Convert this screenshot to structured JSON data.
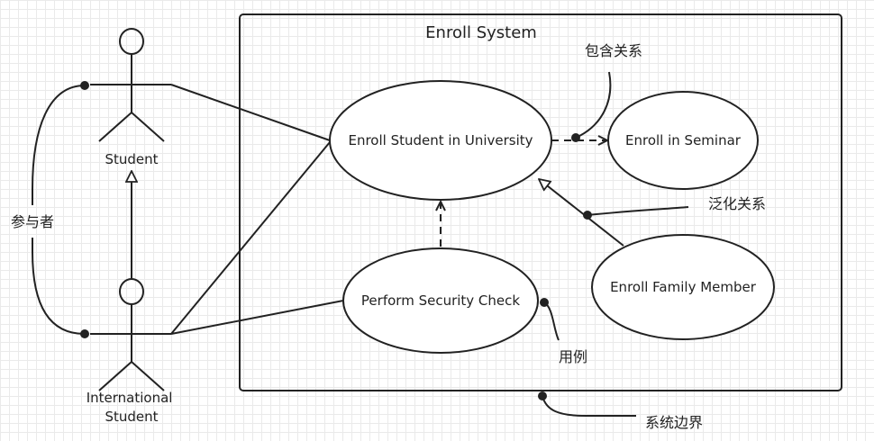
{
  "system": {
    "title": "Enroll System"
  },
  "actors": {
    "student": "Student",
    "international": {
      "line1": "International",
      "line2": "Student"
    }
  },
  "use_cases": {
    "enroll_university": "Enroll Student in University",
    "enroll_seminar": "Enroll in Seminar",
    "security_check": "Perform Security Check",
    "family_member": "Enroll Family Member"
  },
  "annotations": {
    "include": "包含关系",
    "generalization": "泛化关系",
    "actor": "参与者",
    "use_case": "用例",
    "system_boundary": "系统边界"
  }
}
